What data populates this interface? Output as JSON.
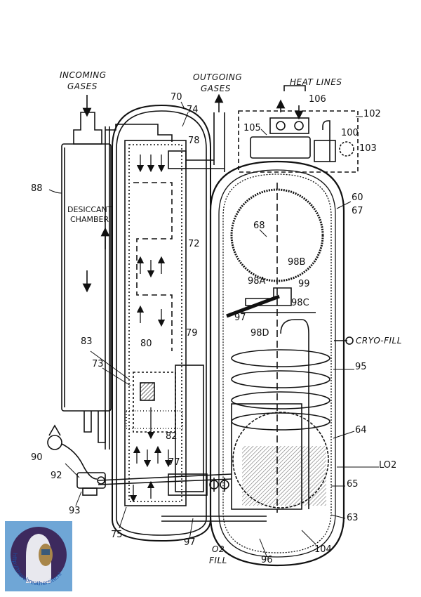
{
  "captions": {
    "incoming": [
      "INCOMING",
      "GASES"
    ],
    "outgoing": [
      "OUTGOING",
      "GASES"
    ],
    "heat_lines": "HEAT LINES",
    "desiccant": [
      "DESICCANT",
      "CHAMBER"
    ],
    "cryo_fill": "CRYO-FILL",
    "o2_fill": [
      "O2",
      "FILL"
    ],
    "lo2": "LO2"
  },
  "refs": {
    "r106": "106",
    "r102": "102",
    "r105": "105",
    "r100": "100",
    "r103": "103",
    "r70": "70",
    "r74": "74",
    "r78": "78",
    "r88": "88",
    "r60": "60",
    "r67": "67",
    "r68": "68",
    "r72": "72",
    "r98b": "98B",
    "r98a": "98A",
    "r99": "99",
    "r98c": "98C",
    "r97a": "97",
    "r98d": "98D",
    "r79": "79",
    "r80": "80",
    "r83": "83",
    "r73": "73",
    "r95": "95",
    "r64": "64",
    "r82": "82",
    "r90": "90",
    "r77": "77",
    "r92": "92",
    "r65": "65",
    "r93": "93",
    "r63": "63",
    "r75": "75",
    "r97b": "97",
    "r104": "104",
    "r96": "96"
  },
  "logo": {
    "url_text": "http://therebreathersite.nl"
  },
  "colors": {
    "ink": "#111111",
    "logo_bg": "#6fa6d6",
    "logo_circle": "#3d2a5e"
  }
}
